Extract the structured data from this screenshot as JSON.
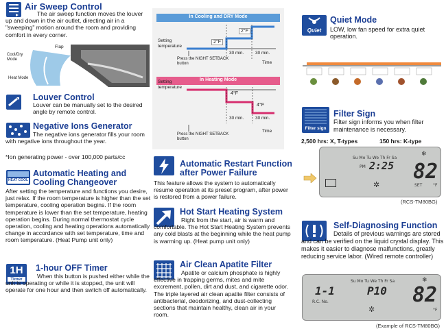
{
  "air_sweep": {
    "title": "Air Sweep Control",
    "body": "The air sweep function moves the louver up and down in the air outlet, directing air in a \"sweeping\" motion around the room and providing comfort in every corner.",
    "labels": {
      "flap": "Flap",
      "cool_dry": "Cool/Dry Mode",
      "heat": "Heat Mode"
    }
  },
  "louver": {
    "title": "Louver Control",
    "body": "Louver can be manually set to the desired angle by remote control."
  },
  "negative_ions": {
    "title": "Negative Ions Generator",
    "body": "The negative ions generator fills your room with negative ions throughout the year.",
    "note": "*Ion generating power - over 100,000 parts/cc"
  },
  "auto_heat_cool": {
    "title_line1": "Automatic Heating and",
    "title_line2": "Cooling Changeover",
    "icon_label": "HEAT COOL",
    "body": "After setting the temperature and functions you desire, just relax.  If the room temperature is higher than the set temperature, cooling operation begins.  If the room temperature is lower than the set temperature, heating operation begins.  During normal thermostat cycle operation, cooling and heating operations automatically change in accordance with set temperature, time and room temperature. (Heat Pump unit only)"
  },
  "one_hour_off": {
    "title": "1-hour OFF Timer",
    "icon_big": "1H",
    "icon_small": "Timer",
    "body": "When this button is pushed either while the unit is operating or while it is stopped, the unit will operate for one hour and then switch off automatically."
  },
  "night_setback": {
    "cooling_header": "In Cooling and DRY Mode",
    "heating_header": "In Heating Mode",
    "setting_temperature": "Setting temperature",
    "press_button": "Press the NIGHT SETBACK button",
    "time_label": "Time",
    "min30": "30 min.",
    "cool_steps": [
      "2°F",
      "2°F"
    ],
    "heat_steps": [
      "4°F",
      "4°F"
    ]
  },
  "auto_restart": {
    "title_line1": "Automatic Restart Function",
    "title_line2": "after Power Failure",
    "body": "This feature allows the system to automatically resume operation at its preset program, after power is restored from a power failure."
  },
  "hot_start": {
    "title": "Hot Start Heating System",
    "body": "Right from the start, air is warm and comfortable.  The Hot Start Heating System prevents any cold blasts at the beginning while the heat pump is warming up. (Heat pump unit only)"
  },
  "apatite": {
    "title": "Air Clean Apatite Filter",
    "body": "Apatite or calcium phosphate is highly effective in trapping germs, mites and mite excrement, pollen, dirt and dust, and cigarette odor. The triple layered air clean apatite filter consists of antibacterial, deodorizing, and dust-collecting sections that maintain healthy, clean air in your room."
  },
  "quiet_mode": {
    "title": "Quiet Mode",
    "icon_label": "Quiet",
    "body": "LOW, low fan speed for extra quiet operation."
  },
  "filter_sign": {
    "title": "Filter Sign",
    "icon_label": "Filter sign",
    "body": "Filter sign informs you when filter maintenance is necessary.",
    "hours_x": "2,500 hrs: X, T-types",
    "hours_k": "150 hrs: K-type",
    "lcd": {
      "days": "Su Mo Tu We Th Fr Sa",
      "time": "2:25",
      "pm": "PM",
      "temp": "82",
      "unit": "°F",
      "set": "SET"
    },
    "caption": "(RCS-TM80BG)"
  },
  "self_diag": {
    "title": "Self-Diagnosing Function",
    "body": "Details of previous warnings are stored and can be verified on the liquid crystal display.  This makes it easier to diagnose malfunctions, greatly reducing service labor. (Wired remote controller)",
    "lcd": {
      "days": "Su Mo Tu We Th Fr Sa",
      "code_left": "1-1",
      "code_right": "P10",
      "rc": "R.C.  No.",
      "temp": "82",
      "unit": "°F"
    },
    "caption": "(Example of RCS-TM80BG)"
  }
}
